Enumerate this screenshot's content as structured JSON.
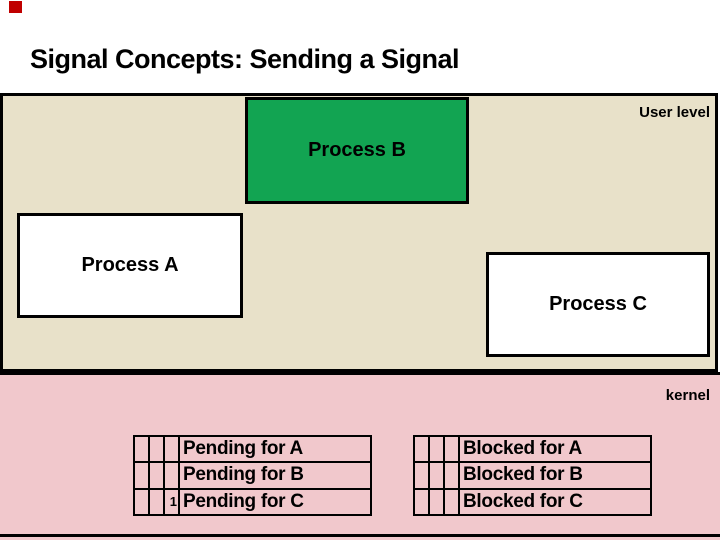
{
  "title": "Signal Concepts: Sending a Signal",
  "user_area": {
    "label": "User level"
  },
  "kernel_area": {
    "label": "kernel"
  },
  "processes": [
    {
      "label": "Process A"
    },
    {
      "label": "Process B"
    },
    {
      "label": "Process C"
    }
  ],
  "tables": [
    {
      "name": "pending",
      "rows": [
        {
          "marker": "",
          "label": "Pending for A"
        },
        {
          "marker": "",
          "label": "Pending for B"
        },
        {
          "marker": "1",
          "label": "Pending for C"
        }
      ]
    },
    {
      "name": "blocked",
      "rows": [
        {
          "marker": "",
          "label": "Blocked for A"
        },
        {
          "marker": "",
          "label": "Blocked for B"
        },
        {
          "marker": "",
          "label": "Blocked for C"
        }
      ]
    }
  ],
  "colors": {
    "user_level_bg": "#e8e1c9",
    "kernel_bg": "#f1c8cc",
    "process_b_green": "#12a452",
    "border_black": "#000000",
    "marker_red": "#c00000"
  }
}
